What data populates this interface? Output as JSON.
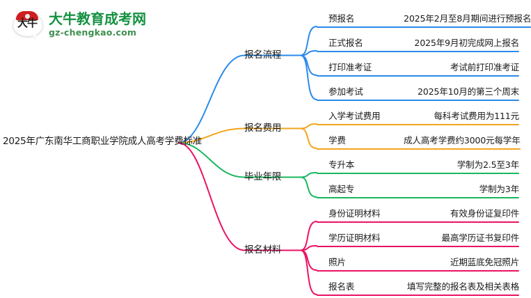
{
  "logo": {
    "mark_glyph": "大牛",
    "title": "大牛教育成考网",
    "subtitle": "gz-chengkao.com"
  },
  "mindmap": {
    "root": {
      "label": "2025年广东南华工商职业学院成人高考学费标准"
    },
    "colors": {
      "blue": "#2a8bea",
      "orange": "#f2a51c",
      "green": "#18b85e",
      "pink": "#ec1164"
    },
    "branches": [
      {
        "label": "报名流程",
        "color": "#2a8bea",
        "items": [
          {
            "key": "预报名",
            "value": "2025年2月至8月期间进行预报名"
          },
          {
            "key": "正式报名",
            "value": "2025年9月初完成网上报名"
          },
          {
            "key": "打印准考证",
            "value": "考试前打印准考证"
          },
          {
            "key": "参加考试",
            "value": "2025年10月的第三个周末"
          }
        ]
      },
      {
        "label": "报名费用",
        "color": "#f2a51c",
        "items": [
          {
            "key": "入学考试费用",
            "value": "每科考试费用为111元"
          },
          {
            "key": "学费",
            "value": "成人高考学费约3000元每学年"
          }
        ]
      },
      {
        "label": "毕业年限",
        "color": "#18b85e",
        "items": [
          {
            "key": "专升本",
            "value": "学制为2.5至3年"
          },
          {
            "key": "高起专",
            "value": "学制为3年"
          }
        ]
      },
      {
        "label": "报名材料",
        "color": "#ec1164",
        "items": [
          {
            "key": "身份证明材料",
            "value": "有效身份证复印件"
          },
          {
            "key": "学历证明材料",
            "value": "最高学历证书复印件"
          },
          {
            "key": "照片",
            "value": "近期蓝底免冠照片"
          },
          {
            "key": "报名表",
            "value": "填写完整的报名表及相关表格"
          }
        ]
      }
    ]
  }
}
